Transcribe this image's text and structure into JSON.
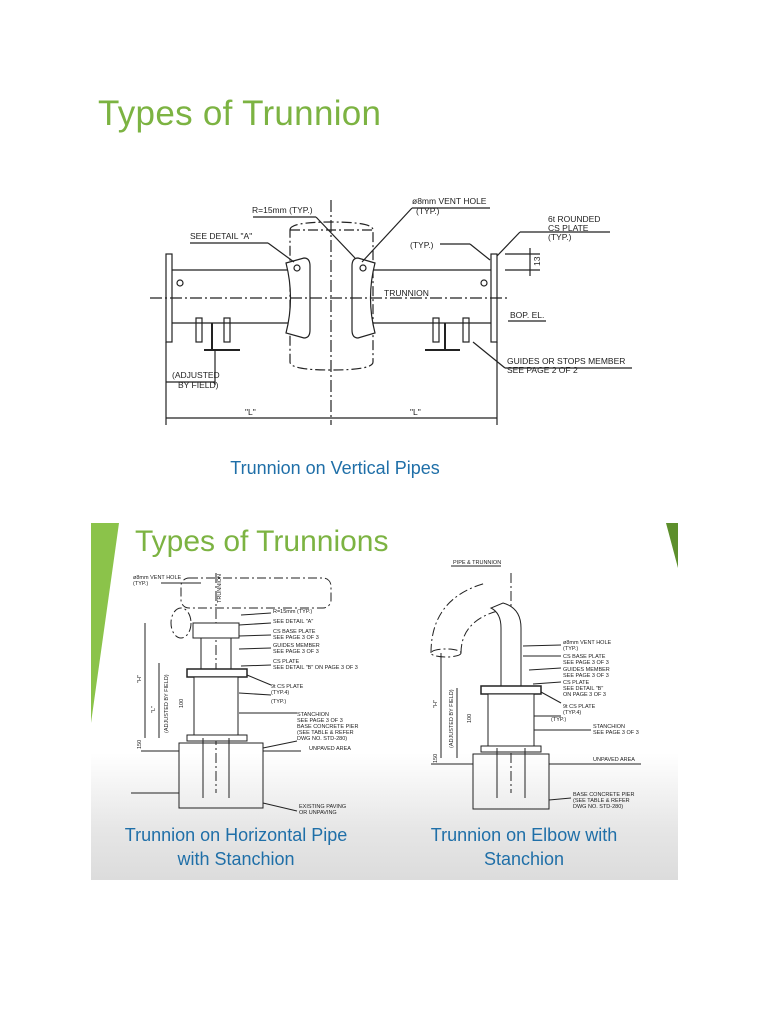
{
  "slide1": {
    "title": "Types of Trunnion",
    "caption": "Trunnion on Vertical Pipes",
    "labels": {
      "radius": "R=15mm (TYP.)",
      "detail": "SEE DETAIL \"A\"",
      "vent": "ø8mm VENT HOLE",
      "vent_typ": "(TYP.)",
      "plate1": "6t ROUNDED",
      "plate2": "CS PLATE",
      "plate3": "(TYP.)",
      "typ": "(TYP.)",
      "dim13": "13",
      "trunnion": "TRUNNION",
      "bop": "BOP. EL.",
      "guides1": "GUIDES OR STOPS MEMBER",
      "guides2": "SEE PAGE 2 OF 2",
      "adjusted1": "(ADJUSTED",
      "adjusted2": "BY FIELD)",
      "len_left": "\"L\"",
      "len_right": "\"L\""
    }
  },
  "slide2": {
    "title": "Types of Trunnions",
    "caption_left": [
      "Trunnion on Horizontal Pipe",
      "with Stanchion"
    ],
    "caption_right": [
      "Trunnion on Elbow with",
      "Stanchion"
    ],
    "left_labels": {
      "vent": "ø8mm VENT HOLE",
      "vent_typ": "(TYP.)",
      "trunnion": "TRUNNION",
      "radius": "R=15mm (TYP.)",
      "detail": "SEE DETAIL \"A\"",
      "base1": "CS BASE PLATE",
      "base2": "SEE PAGE 3 OF 3",
      "guides1": "GUIDES MEMBER",
      "guides2": "SEE PAGE 3 OF 3",
      "csplate1": "CS PLATE",
      "csplate2": "SEE DETAIL \"B\" ON PAGE 3 OF 3",
      "9t1": "9t CS PLATE",
      "9t2": "(TYP.4)",
      "typ": "(TYP.)",
      "stanchion1": "STANCHION",
      "stanchion2": "SEE PAGE 3 OF 3",
      "pier1": "BASE CONCRETE PIER",
      "pier2": "(SEE TABLE & REFER",
      "pier3": "DWG NO. STD-280)",
      "unpaved": "UNPAVED AREA",
      "paving1": "EXISTING PAVING",
      "paving2": "OR UNPAVING",
      "dim_h": "\"H\"",
      "dim_l": "\"L\"",
      "dim_150": "150",
      "dim_100": "100",
      "adj": "(ADJUSTED BY FIELD)"
    },
    "right_labels": {
      "pipe": "PIPE & TRUNNION",
      "vent": "ø8mm VENT HOLE",
      "vent_typ": "(TYP.)",
      "base1": "CS BASE PLATE",
      "base2": "SEE PAGE 3 OF 3",
      "guides1": "GUIDES MEMBER",
      "guides2": "SEE PAGE 3 OF 3",
      "csplate1": "CS PLATE",
      "csplate2": "SEE DETAIL \"B\"",
      "csplate3": "ON PAGE 3 OF 3",
      "9t1": "9t CS PLATE",
      "9t2": "(TYP.4)",
      "typ": "(TYP.)",
      "stanchion1": "STANCHION",
      "stanchion2": "SEE PAGE 3 OF 3",
      "unpaved": "UNPAVED AREA",
      "pier1": "BASE CONCRETE PIER",
      "pier2": "(SEE TABLE & REFER",
      "pier3": "DWG NO. STD-280)",
      "dim_h": "\"H\"",
      "dim_100": "100",
      "dim_150": "150",
      "adj": "(ADJUSTED BY FIELD)"
    }
  }
}
